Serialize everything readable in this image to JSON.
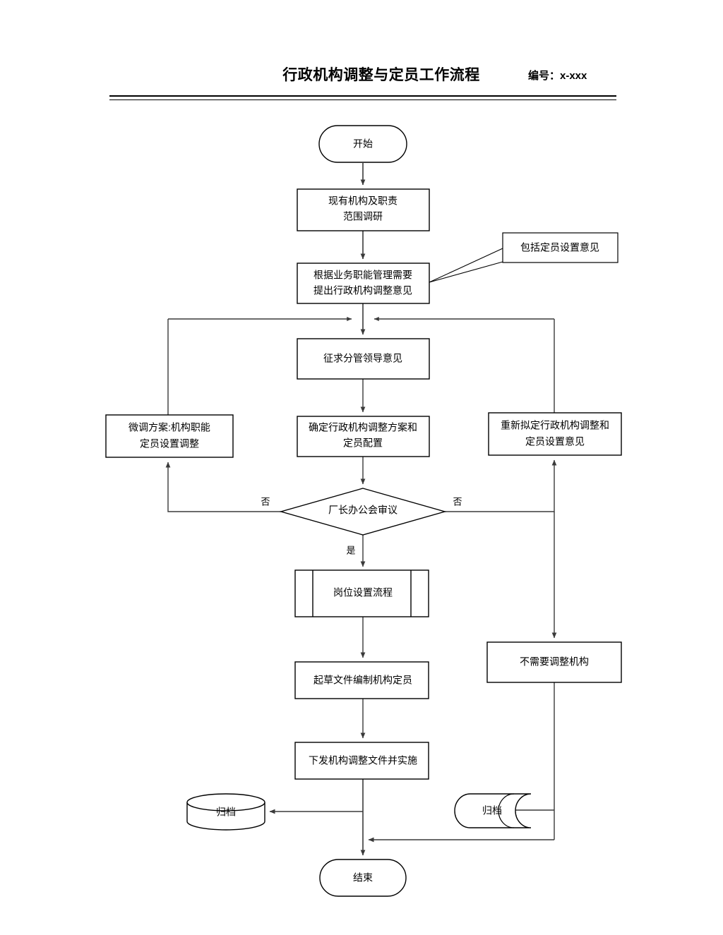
{
  "document": {
    "title": "行政机构调整与定员工作流程",
    "doc_number_label": "编号：x-xxx"
  },
  "chart_data": {
    "type": "diagram",
    "diagram_kind": "flowchart",
    "title": "行政机构调整与定员工作流程",
    "orientation": "top-to-bottom",
    "nodes": [
      {
        "id": "start",
        "shape": "terminator",
        "label": "开始"
      },
      {
        "id": "survey",
        "shape": "process",
        "label": "现有机构及职责范围调研"
      },
      {
        "id": "proposal",
        "shape": "process",
        "label": "根据业务职能管理需要提出行政机构调整意见"
      },
      {
        "id": "note",
        "shape": "annotation",
        "label": "包括定员设置意见"
      },
      {
        "id": "consult",
        "shape": "process",
        "label": "征求分管领导意见"
      },
      {
        "id": "finalize",
        "shape": "process",
        "label": "确定行政机构调整方案和定员配置"
      },
      {
        "id": "tweak",
        "shape": "process",
        "label": "微调方案:机构职能定员设置调整"
      },
      {
        "id": "redraft",
        "shape": "process",
        "label": "重新拟定行政机构调整和定员设置意见"
      },
      {
        "id": "review",
        "shape": "decision",
        "label": "厂长办公会审议"
      },
      {
        "id": "postflow",
        "shape": "predefined-process",
        "label": "岗位设置流程"
      },
      {
        "id": "draft",
        "shape": "process",
        "label": "起草文件编制机构定员"
      },
      {
        "id": "issue",
        "shape": "process",
        "label": "下发机构调整文件并实施"
      },
      {
        "id": "noadjust",
        "shape": "process",
        "label": "不需要调整机构"
      },
      {
        "id": "archive_left",
        "shape": "database",
        "label": "归档"
      },
      {
        "id": "archive_right",
        "shape": "stored-data",
        "label": "归档"
      },
      {
        "id": "end",
        "shape": "terminator",
        "label": "结束"
      }
    ],
    "edges": [
      {
        "from": "start",
        "to": "survey",
        "label": ""
      },
      {
        "from": "survey",
        "to": "proposal",
        "label": ""
      },
      {
        "from": "proposal",
        "to": "consult",
        "label": ""
      },
      {
        "from": "consult",
        "to": "finalize",
        "label": ""
      },
      {
        "from": "finalize",
        "to": "review",
        "label": ""
      },
      {
        "from": "review",
        "to": "tweak",
        "label": "否"
      },
      {
        "from": "review",
        "to": "redraft",
        "label": "否"
      },
      {
        "from": "review",
        "to": "postflow",
        "label": "是"
      },
      {
        "from": "tweak",
        "to": "consult",
        "label": ""
      },
      {
        "from": "redraft",
        "to": "consult",
        "label": ""
      },
      {
        "from": "postflow",
        "to": "draft",
        "label": ""
      },
      {
        "from": "draft",
        "to": "issue",
        "label": ""
      },
      {
        "from": "issue",
        "to": "archive_left",
        "label": ""
      },
      {
        "from": "issue",
        "to": "end",
        "label": ""
      },
      {
        "from": "noadjust",
        "to": "archive_right",
        "label": ""
      },
      {
        "from": "noadjust",
        "to": "end",
        "label": ""
      }
    ],
    "edge_labels": {
      "no_left": "否",
      "no_right": "否",
      "yes": "是"
    }
  },
  "nodes": {
    "start": {
      "label": "开始"
    },
    "survey": {
      "line1": "现有机构及职责",
      "line2": "范围调研"
    },
    "proposal": {
      "line1": "根据业务职能管理需要",
      "line2": "提出行政机构调整意见"
    },
    "note": {
      "label": "包括定员设置意见"
    },
    "consult": {
      "label": "征求分管领导意见"
    },
    "finalize": {
      "line1": "确定行政机构调整方案和",
      "line2": "定员配置"
    },
    "tweak": {
      "line1": "微调方案:机构职能",
      "line2": "定员设置调整"
    },
    "redraft": {
      "line1": "重新拟定行政机构调整和",
      "line2": "定员设置意见"
    },
    "review": {
      "label": "厂长办公会审议"
    },
    "postflow": {
      "label": "岗位设置流程"
    },
    "draft": {
      "label": "起草文件编制机构定员"
    },
    "issue": {
      "label": "下发机构调整文件并实施"
    },
    "noadjust": {
      "label": "不需要调整机构"
    },
    "archive_left": {
      "label": "归档"
    },
    "archive_right": {
      "label": "归档"
    },
    "end": {
      "label": "结束"
    }
  },
  "edge_labels": {
    "no_left": "否",
    "no_right": "否",
    "yes": "是"
  }
}
